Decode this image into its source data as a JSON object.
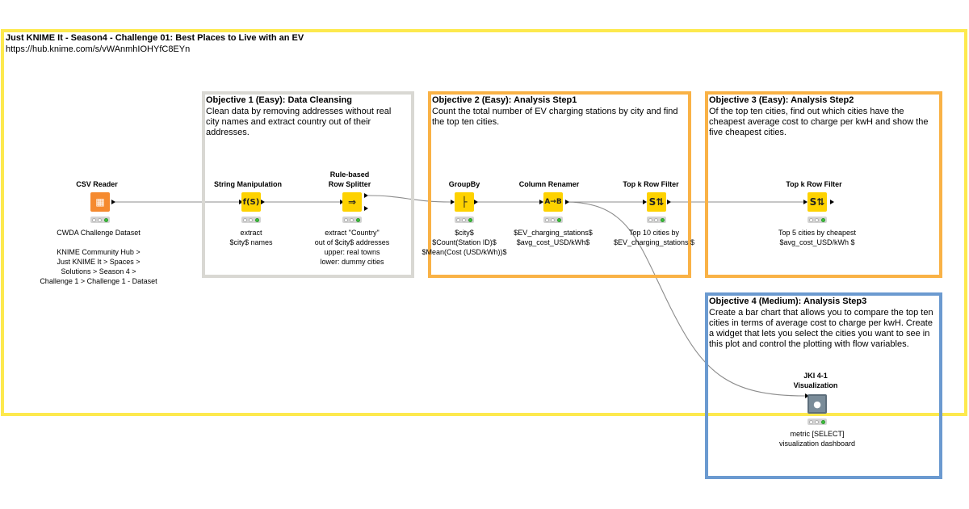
{
  "workflow": {
    "title": "Just KNIME It - Season4 - Challenge 01: Best Places to Live with an EV",
    "url": "https://hub.knime.com/s/vWAnmhIOHYfC8EYn"
  },
  "objectives": [
    {
      "title": "Objective 1 (Easy): Data Cleansing",
      "text": "Clean data by removing addresses without real city names and extract country out of their addresses.",
      "color": "#d9d8d3"
    },
    {
      "title": "Objective 2 (Easy): Analysis Step1",
      "text": "Count the total number of EV charging stations by city and find the top ten cities.",
      "color": "#f9b246"
    },
    {
      "title": "Objective 3 (Easy): Analysis Step2",
      "text": "Of the top ten cities, find out which cities have the cheapest average cost to charge per kwH and show the five cheapest cities.",
      "color": "#f9b246"
    },
    {
      "title": "Objective 4 (Medium): Analysis Step3",
      "text": "Create a bar chart that allows you to compare the top ten cities in terms of average cost to charge per kwH. Create a widget that lets you select the cities you want to see in this plot and control the plotting with flow variables.",
      "color": "#6b9ad0"
    }
  ],
  "main_annotation_color": "#fde94e",
  "nodes": {
    "csv_reader": {
      "title": "CSV Reader",
      "icon": "table-arrow-icon",
      "desc": [
        "CWDA Challenge Dataset",
        "",
        "KNIME Community Hub >",
        "Just KNIME It > Spaces >",
        "Solutions > Season 4 >",
        "Challenge 1 > Challenge 1 - Dataset"
      ]
    },
    "string_manipulation": {
      "title": "String Manipulation",
      "icon": "string-function-icon",
      "desc": [
        "extract",
        "$city$ names"
      ]
    },
    "rule_splitter": {
      "title_lines": [
        "Rule-based",
        "Row Splitter"
      ],
      "icon": "split-arrows-icon",
      "desc": [
        "extract \"Country\"",
        "out of $city$ addresses",
        "upper: real towns",
        "lower: dummy cities"
      ]
    },
    "groupby": {
      "title": "GroupBy",
      "icon": "group-icon",
      "desc": [
        "$city$",
        "$Count(Station ID)$",
        "$Mean(Cost (USD/kWh))$"
      ]
    },
    "column_renamer": {
      "title": "Column Renamer",
      "icon": "rename-icon",
      "desc": [
        "$EV_charging_stations$",
        "$avg_cost_USD/kWh$"
      ]
    },
    "topk_1": {
      "title": "Top k Row Filter",
      "icon": "sort-filter-icon",
      "desc": [
        "Top 10 cities by",
        "$EV_charging_stations  $"
      ]
    },
    "topk_2": {
      "title": "Top k Row Filter",
      "icon": "sort-filter-icon",
      "desc": [
        "Top 5 cities by cheapest",
        "$avg_cost_USD/kWh  $"
      ]
    },
    "component": {
      "title_lines": [
        "JKI 4-1",
        "Visualization"
      ],
      "icon": "component-robot-icon",
      "desc": [
        "metric [SELECT]",
        "visualization dashboard"
      ]
    }
  }
}
